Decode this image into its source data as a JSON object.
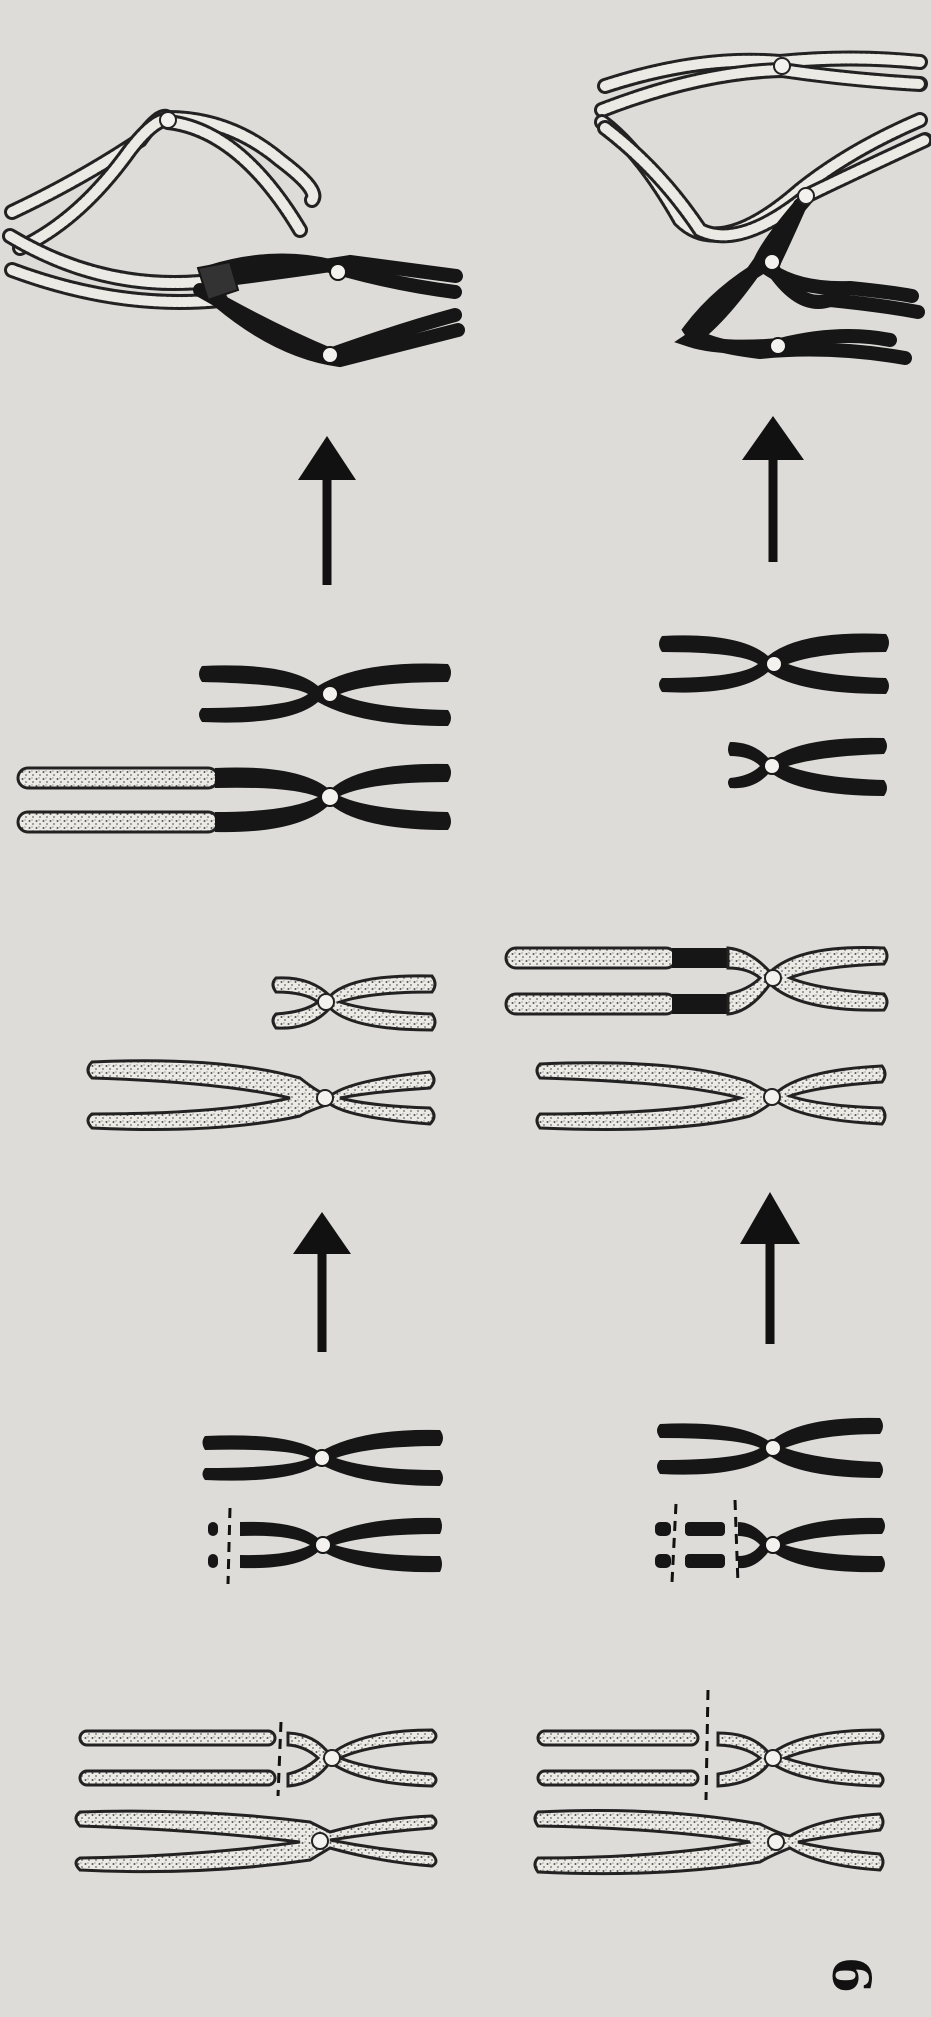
{
  "figure": {
    "number": "6"
  },
  "panels": [
    {
      "column": "left",
      "stages": [
        {
          "stage": "bottom",
          "chromosomes": [
            "speckled",
            "speckled-broken",
            "solid-broken",
            "solid"
          ]
        },
        {
          "stage": "middle",
          "chromosomes": [
            "speckled-long",
            "speckled-short",
            "solid-long-speckled-arm",
            "solid"
          ]
        },
        {
          "stage": "top",
          "chromosomes": [
            "tetravalent-configuration"
          ]
        }
      ],
      "arrows": 2
    },
    {
      "column": "right",
      "stages": [
        {
          "stage": "bottom",
          "chromosomes": [
            "speckled",
            "speckled-broken",
            "solid-broken",
            "solid"
          ]
        },
        {
          "stage": "middle",
          "chromosomes": [
            "speckled",
            "speckled-solid-insertion",
            "solid-short",
            "solid"
          ]
        },
        {
          "stage": "top",
          "chromosomes": [
            "tetravalent-configuration"
          ]
        }
      ],
      "arrows": 2
    }
  ],
  "colors": {
    "background": "#dddcd8",
    "solid": "#161616",
    "speckled_fill": "#ebeae5",
    "outline": "#222222"
  }
}
